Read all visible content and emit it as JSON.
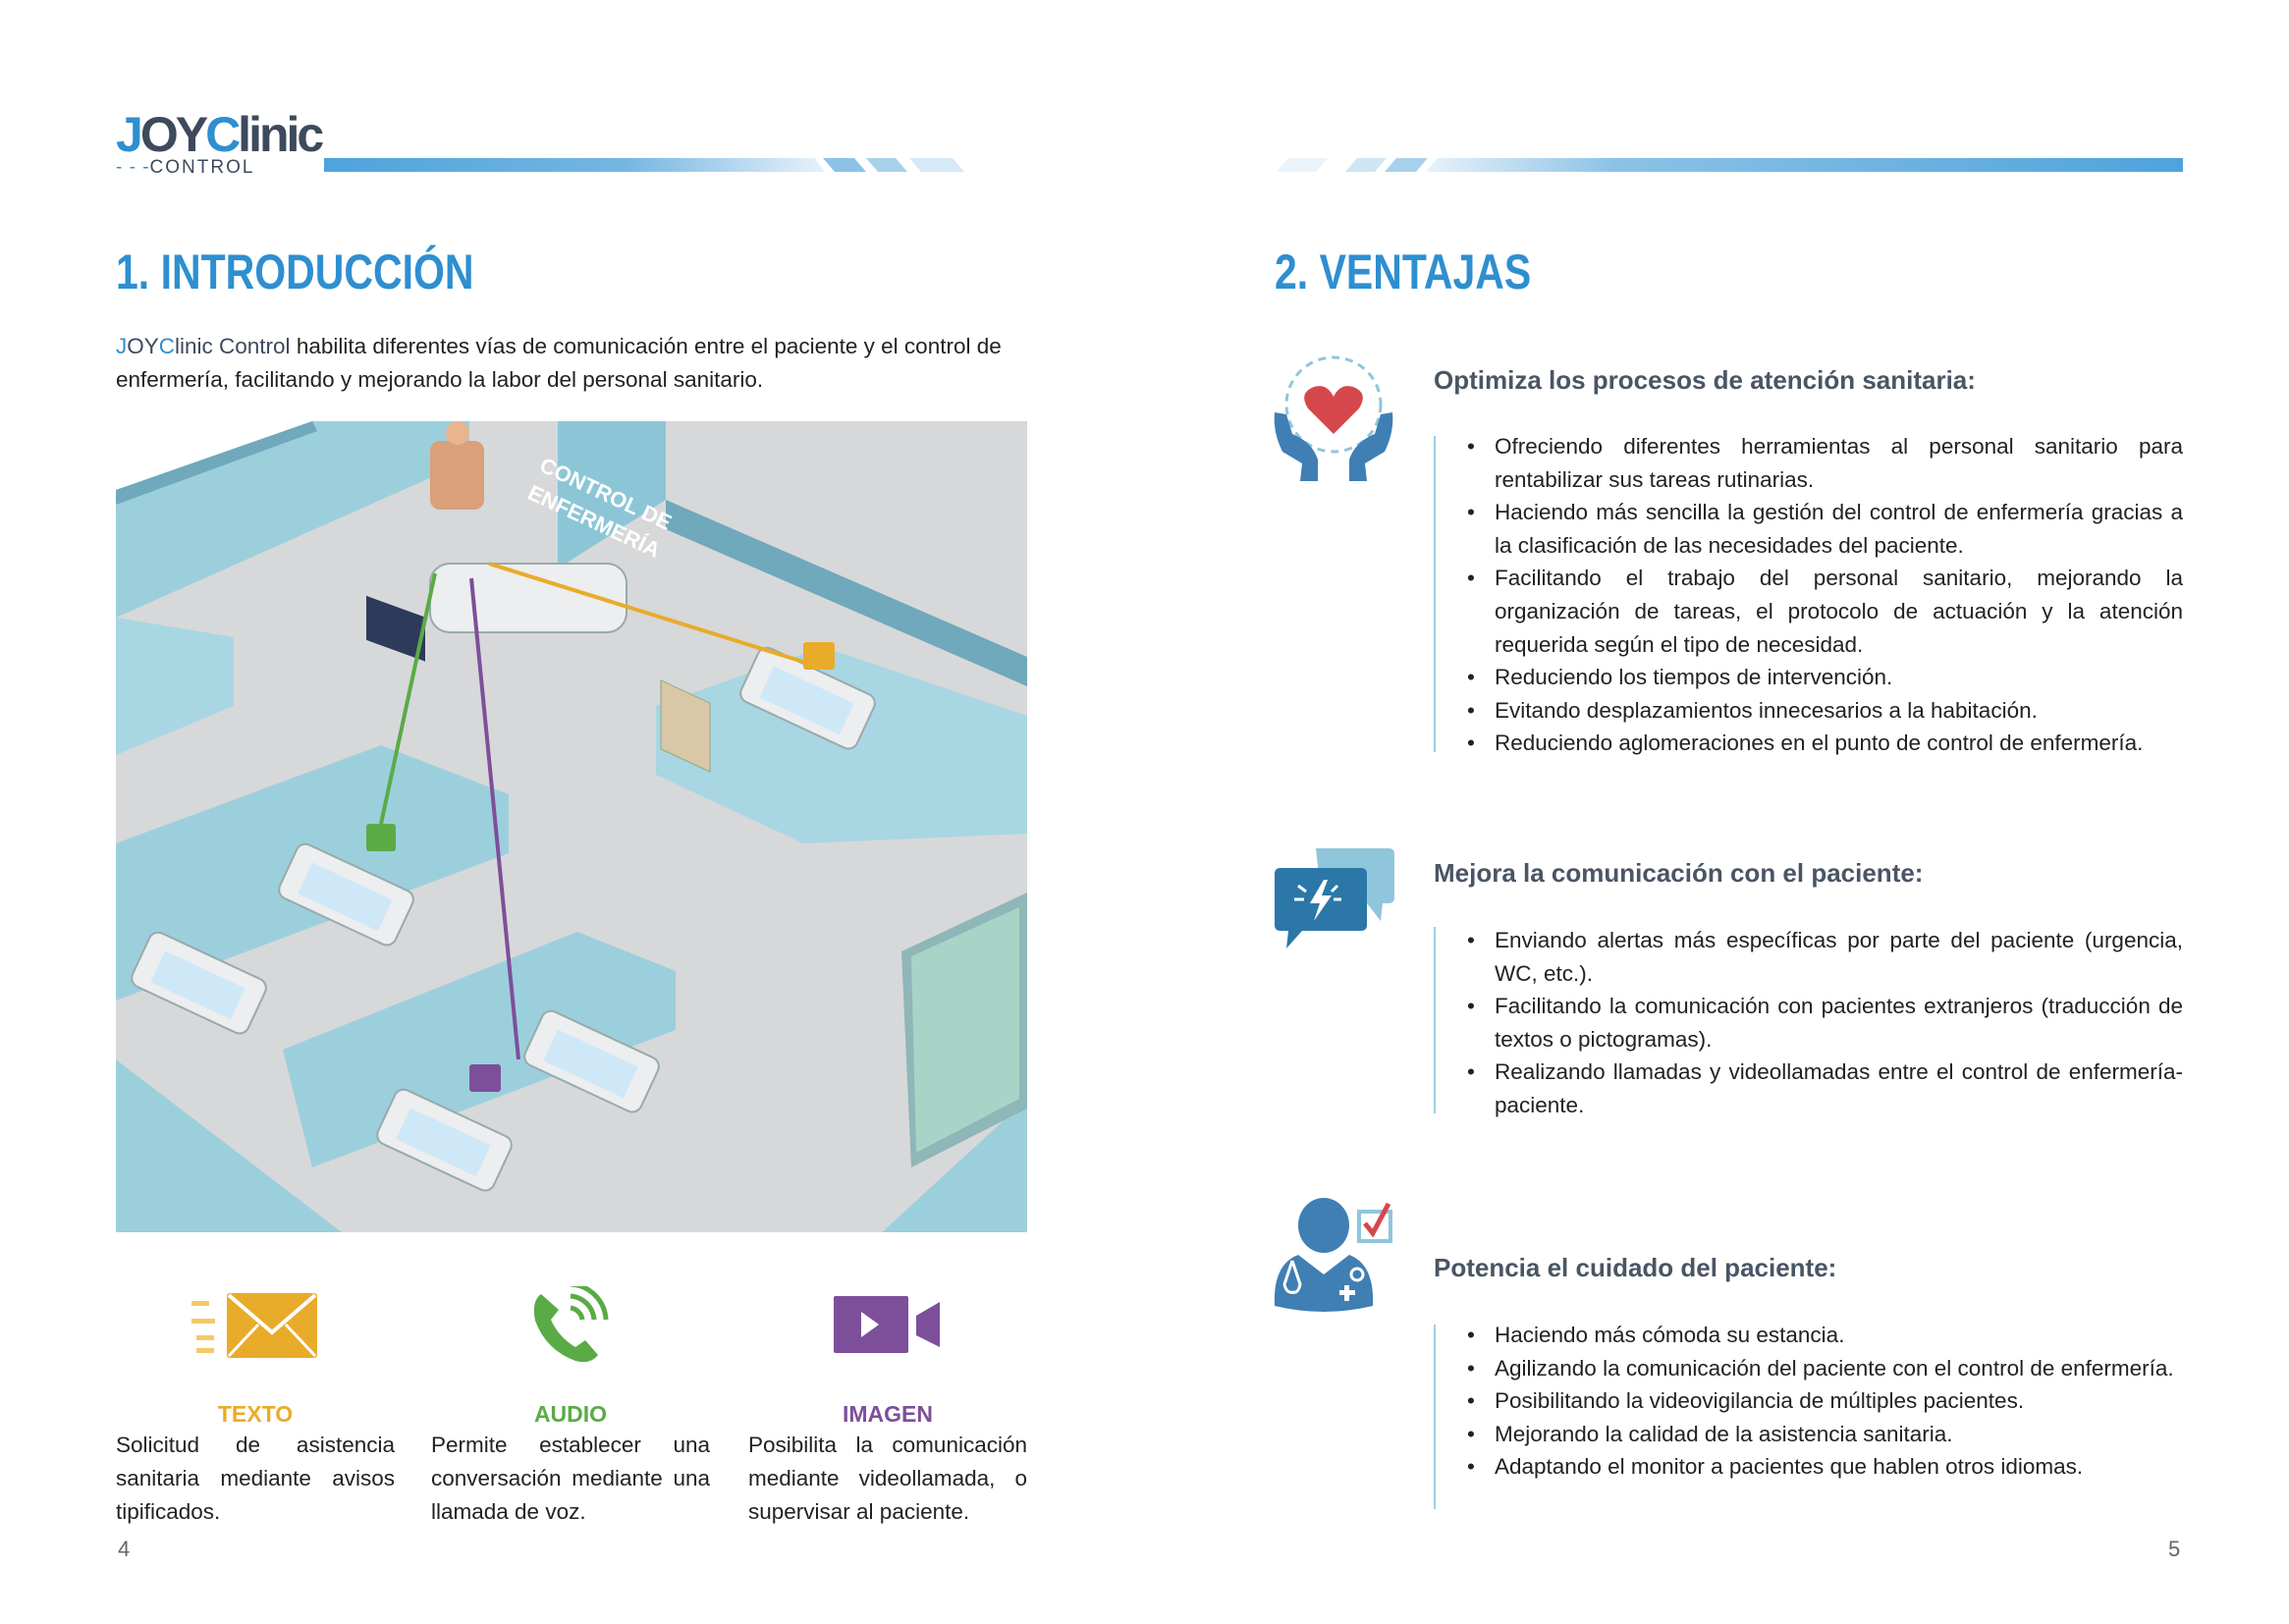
{
  "logo": {
    "joy_j": "J",
    "joy_oy": "OY",
    "clinic_c": "C",
    "clinic_rest": "linic",
    "dashes": "- - -",
    "sub": "CONTROL"
  },
  "left_page": {
    "title": "1. INTRODUCCIÓN",
    "intro_brand_j": "J",
    "intro_brand_oy": "OY",
    "intro_brand_c": "C",
    "intro_brand_rest": "linic Control",
    "intro_text": " habilita diferentes vías de comunicación entre el paciente y el control de enfermería, facilitando y mejorando la labor del personal sanitario.",
    "illustration_sign": [
      "CONTROL DE",
      "ENFERMERÍA"
    ],
    "features": [
      {
        "icon": "envelope-icon",
        "label": "TEXTO",
        "color": "#e9ab2a",
        "desc": "Solicitud de asistencia sanitaria mediante avisos tipificados."
      },
      {
        "icon": "phone-icon",
        "label": "AUDIO",
        "color": "#5aab46",
        "desc": "Permite establecer una conversación mediante una llamada de voz."
      },
      {
        "icon": "video-camera-icon",
        "label": "IMAGEN",
        "color": "#7d4f9b",
        "desc": "Posibilita la comunicación mediante videollamada, o supervisar al paciente."
      }
    ],
    "page_number": "4"
  },
  "right_page": {
    "title": "2. VENTAJAS",
    "sections": [
      {
        "icon": "hands-heart-icon",
        "heading": "Optimiza los procesos de atención sanitaria:",
        "bullets": [
          "Ofreciendo diferentes herramientas al personal sanitario para rentabilizar sus tareas rutinarias.",
          "Haciendo más sencilla la gestión del control de enfermería gracias a la clasificación de las necesidades del paciente.",
          "Facilitando el trabajo del personal sanitario, mejorando la organización de tareas, el protocolo de actuación y la atención requerida según el tipo de necesidad.",
          "Reduciendo los tiempos de intervención.",
          "Evitando desplazamientos innecesarios a la habitación.",
          "Reduciendo aglomeraciones en el punto de control de enfermería."
        ]
      },
      {
        "icon": "chat-bubbles-icon",
        "heading": "Mejora la comunicación con el paciente:",
        "bullets": [
          "Enviando alertas más específicas por parte del paciente (urgencia, WC, etc.).",
          "Facilitando la comunicación con pacientes extranjeros (traducción de textos o pictogramas).",
          "Realizando llamadas y videollamadas entre el control de enfermería-paciente."
        ]
      },
      {
        "icon": "doctor-checklist-icon",
        "heading": "Potencia el cuidado del paciente:",
        "bullets": [
          "Haciendo más cómoda su estancia.",
          "Agilizando la comunicación del paciente con el control de enfermería.",
          "Posibilitando la videovigilancia de múltiples pacientes.",
          "Mejorando la calidad de la asistencia sanitaria.",
          "Adaptando el monitor a pacientes que hablen otros idiomas."
        ]
      }
    ],
    "page_number": "5"
  },
  "colors": {
    "brand_blue": "#2e8fd0",
    "dark": "#3d4a5c",
    "texto": "#e9ab2a",
    "audio": "#5aab46",
    "imagen": "#7d4f9b",
    "icon_blue": "#3f7fb4"
  }
}
